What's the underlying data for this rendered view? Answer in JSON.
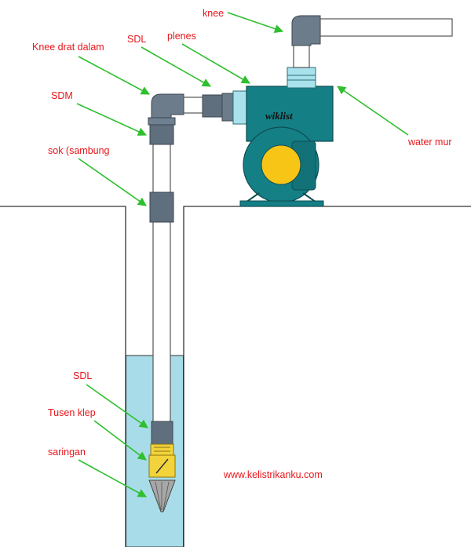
{
  "labels": {
    "knee": "knee",
    "knee_drat_dalam": "Knee drat dalam",
    "sdl_top": "SDL",
    "plenes": "plenes",
    "sdm": "SDM",
    "sok_sambung": "sok (sambung",
    "water_mur": "water mur",
    "sdl_bottom": "SDL",
    "tusen_klep": "Tusen klep",
    "saringan": "saringan"
  },
  "pump_brand": "wiklist",
  "website": "www.kelistrikanku.com",
  "colors": {
    "label_text": "#e8161b",
    "arrow": "#2fbf2f",
    "pipe_fitting": "#5f6f7e",
    "pump_body": "#157f86",
    "pump_motor_cap": "#f7c516",
    "flange": "#a9e2ec",
    "water": "#a8dce8",
    "foot_valve": "#f3d33b",
    "strainer": "#a7a7a7"
  }
}
